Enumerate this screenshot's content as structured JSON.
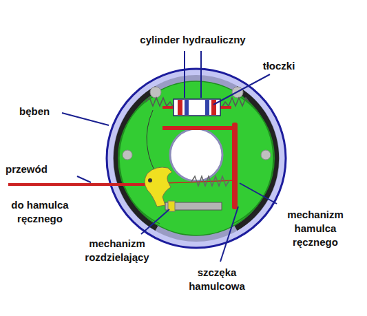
{
  "diagram": {
    "labels": [
      "cylinder hydrauliczny",
      "tłoczki",
      "bęben",
      "przewód",
      "do hamulca ręcznego",
      "mechanizm rozdzielający",
      "szczęka hamulcowa",
      "mechanizm hamulca ręcznego"
    ]
  }
}
